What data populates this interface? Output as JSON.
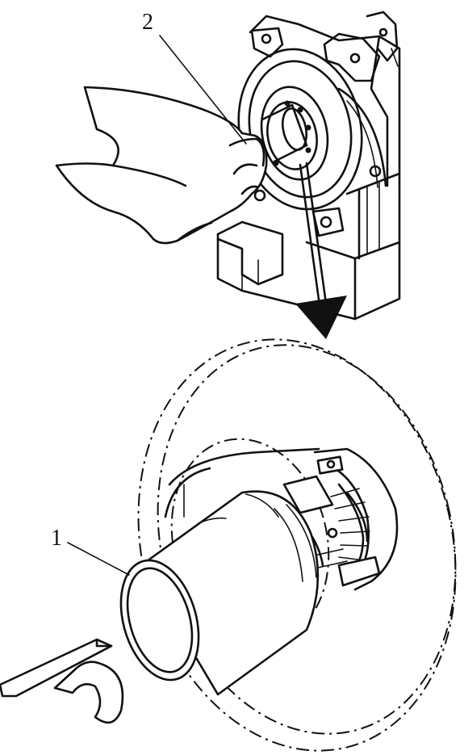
{
  "figure": {
    "callouts": [
      {
        "id": "2"
      },
      {
        "id": "1"
      }
    ]
  },
  "labels": {
    "part_1": "1",
    "part_2": "2"
  }
}
